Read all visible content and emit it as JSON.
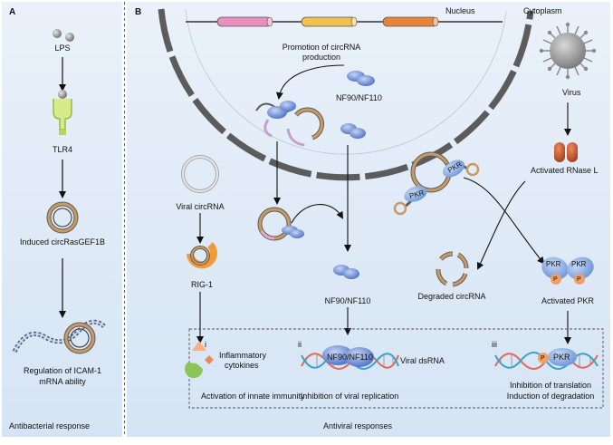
{
  "panel_a": {
    "letter": "A",
    "lps": "LPS",
    "tlr4": "TLR4",
    "induced": "Induced circRasGEF1B",
    "regulation_line1": "Regulation of ICAM-1",
    "regulation_line2": "mRNA ability",
    "footer": "Antibacterial response"
  },
  "panel_b": {
    "letter": "B",
    "nucleus": "Nucleus",
    "cytoplasm": "Cytoplasm",
    "promotion_line1": "Promotion of circRNA",
    "promotion_line2": "production",
    "nf90_top": "NF90/NF110",
    "nf90_mid": "NF90/NF110",
    "nf90_box": "NF90/NF110",
    "viral_circrna": "Viral circRNA",
    "rig1": "RIG-1",
    "virus": "Virus",
    "rnase": "Activated RNase L",
    "pkr_label": "PKR",
    "p_label": "P",
    "degraded": "Degraded circRNA",
    "activated_pkr": "Activated PKR",
    "sub_i": "i",
    "sub_ii": "ii",
    "sub_iii": "iii",
    "inflam_line1": "Inflammatory",
    "inflam_line2": "cytokines",
    "activation": "Activation of innate immunity",
    "viral_dsrna": "Viral dsRNA",
    "inhibition_viral": "Inhibition of viral replication",
    "inhibition_translation": "Inhibition of translation",
    "induction_degradation": "Induction of degradation",
    "footer": "Antiviral responses"
  },
  "colors": {
    "panel_bg": "#dde9f6",
    "ring_outer": "#c89a64",
    "ring_inner": "#5e5e5e",
    "protein_blue": "#5b7fd0",
    "pkr_blue": "#7ea3dd",
    "p_orange": "#f0a064",
    "gene_pink": "#e98fc0",
    "gene_yellow": "#f2c14e",
    "gene_orange": "#e8843a",
    "rnase_red": "#c8552e",
    "rig_orange": "#f29a3a",
    "dna_red": "#e06a5a",
    "dna_blue": "#3ba3c8"
  }
}
